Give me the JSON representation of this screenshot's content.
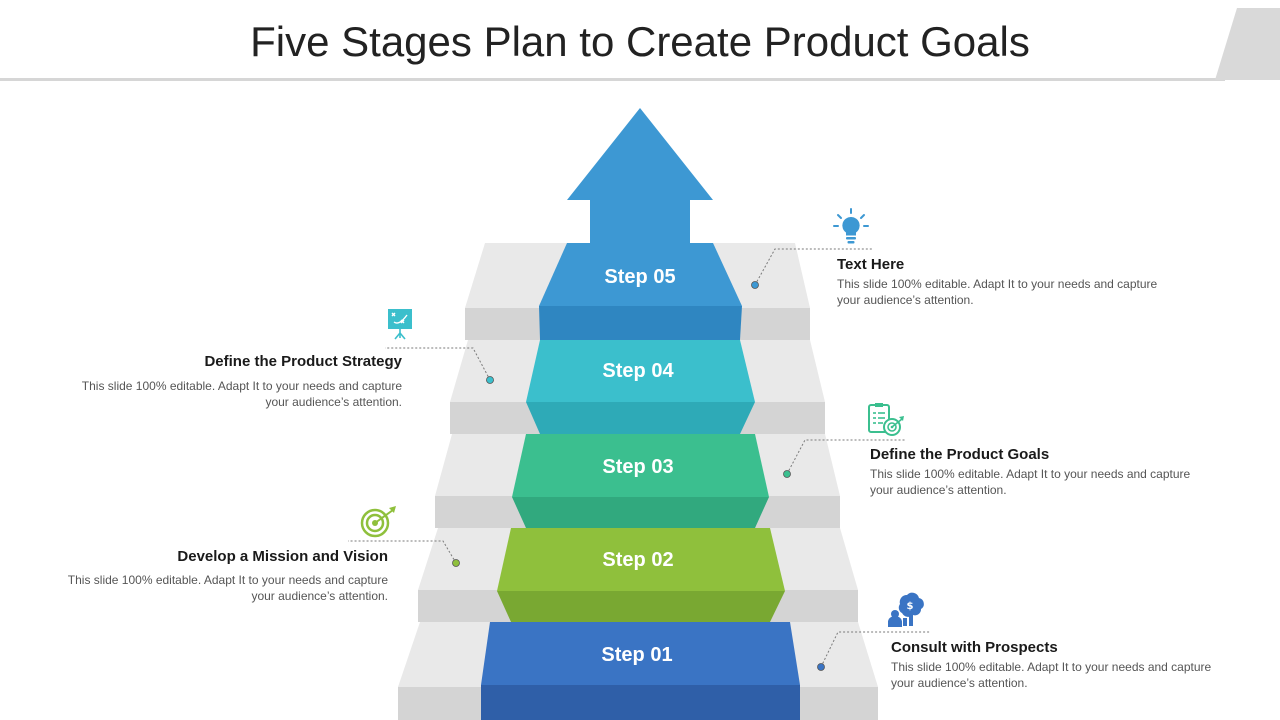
{
  "title": "Five Stages Plan to Create Product Goals",
  "steps": [
    {
      "label": "Step 01",
      "color": "#3a74c4"
    },
    {
      "label": "Step 02",
      "color": "#8fc03c"
    },
    {
      "label": "Step 03",
      "color": "#3bbf8f"
    },
    {
      "label": "Step 04",
      "color": "#3bbfcc"
    },
    {
      "label": "Step 05",
      "color": "#3d98d3"
    }
  ],
  "captions": [
    {
      "heading": "Consult with Prospects",
      "body": "This slide 100% editable. Adapt  It to your needs and capture your audience’s attention.",
      "icon": "money-brain-icon"
    },
    {
      "heading": "Develop a Mission  and Vision",
      "body": "This slide 100% editable. Adapt  It to your needs and capture your audience’s attention.",
      "icon": "target-icon"
    },
    {
      "heading": "Define the Product Goals",
      "body": "This slide 100% editable. Adapt  It to your needs and capture your audience’s attention.",
      "icon": "checklist-target-icon"
    },
    {
      "heading": "Define the Product Strategy",
      "body": "This slide 100% editable. Adapt  It to your needs and capture your audience’s attention.",
      "icon": "strategy-board-icon"
    },
    {
      "heading": "Text Here",
      "body": "This slide 100% editable. Adapt  It to your needs and capture your audience’s attention.",
      "icon": "lightbulb-icon"
    }
  ]
}
